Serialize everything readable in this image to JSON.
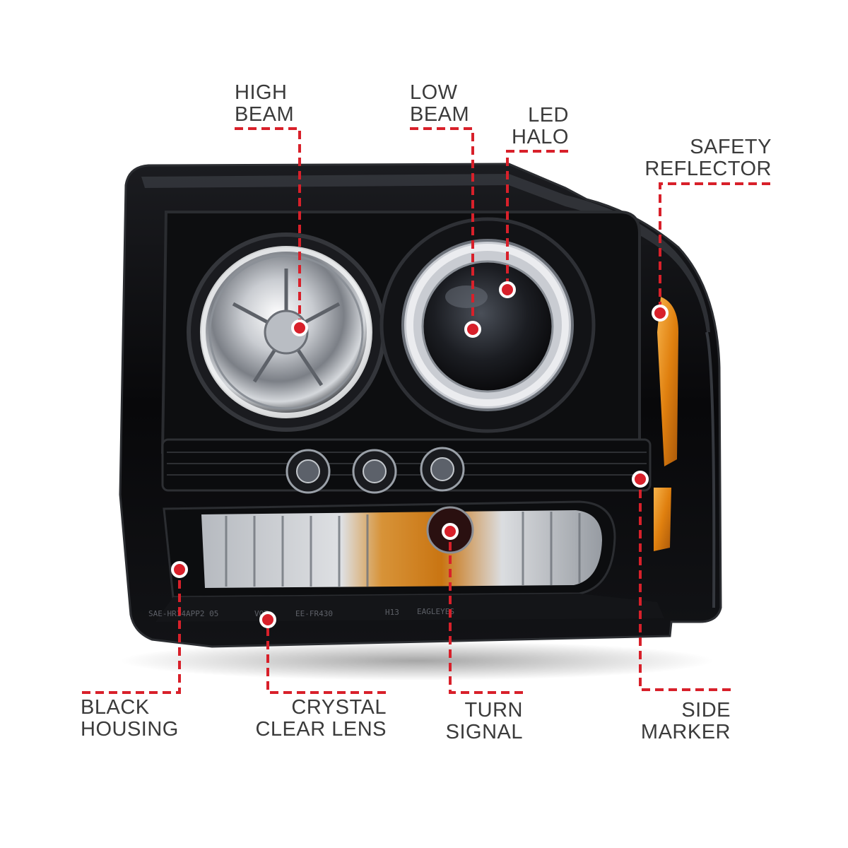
{
  "colors": {
    "accent": "#d8202a",
    "text": "#3b3b3b",
    "housing": "#0b0b0d",
    "amber": "#e58a12"
  },
  "callouts": {
    "high_beam": {
      "line1": "HIGH",
      "line2": "BEAM"
    },
    "low_beam": {
      "line1": "LOW",
      "line2": "BEAM"
    },
    "led_halo": {
      "line1": "LED",
      "line2": "HALO"
    },
    "safety_reflector": {
      "line1": "SAFETY",
      "line2": "REFLECTOR"
    },
    "black_housing": {
      "line1": "BLACK",
      "line2": "HOUSING"
    },
    "crystal_clear_lens": {
      "line1": "CRYSTAL",
      "line2": "CLEAR LENS"
    },
    "turn_signal": {
      "line1": "TURN",
      "line2": "SIGNAL"
    },
    "side_marker": {
      "line1": "SIDE",
      "line2": "MARKER"
    }
  },
  "lens_markings": [
    "SAE-HR14APP2 05",
    "VOT",
    "EE-FR430",
    "H13",
    "EAGLEYES"
  ]
}
